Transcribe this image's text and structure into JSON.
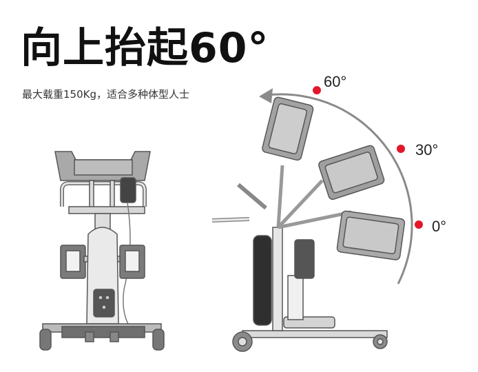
{
  "headline": "向上抬起60°",
  "subtitle": "最大载重150Kg，适合多种体型人士",
  "angles": [
    {
      "label": "60°"
    },
    {
      "label": "30°"
    },
    {
      "label": "0°"
    }
  ],
  "colors": {
    "marker": "#e3162a",
    "arc": "#888888",
    "frame": "#9a9a9a",
    "pad": "#7b7b7b"
  }
}
